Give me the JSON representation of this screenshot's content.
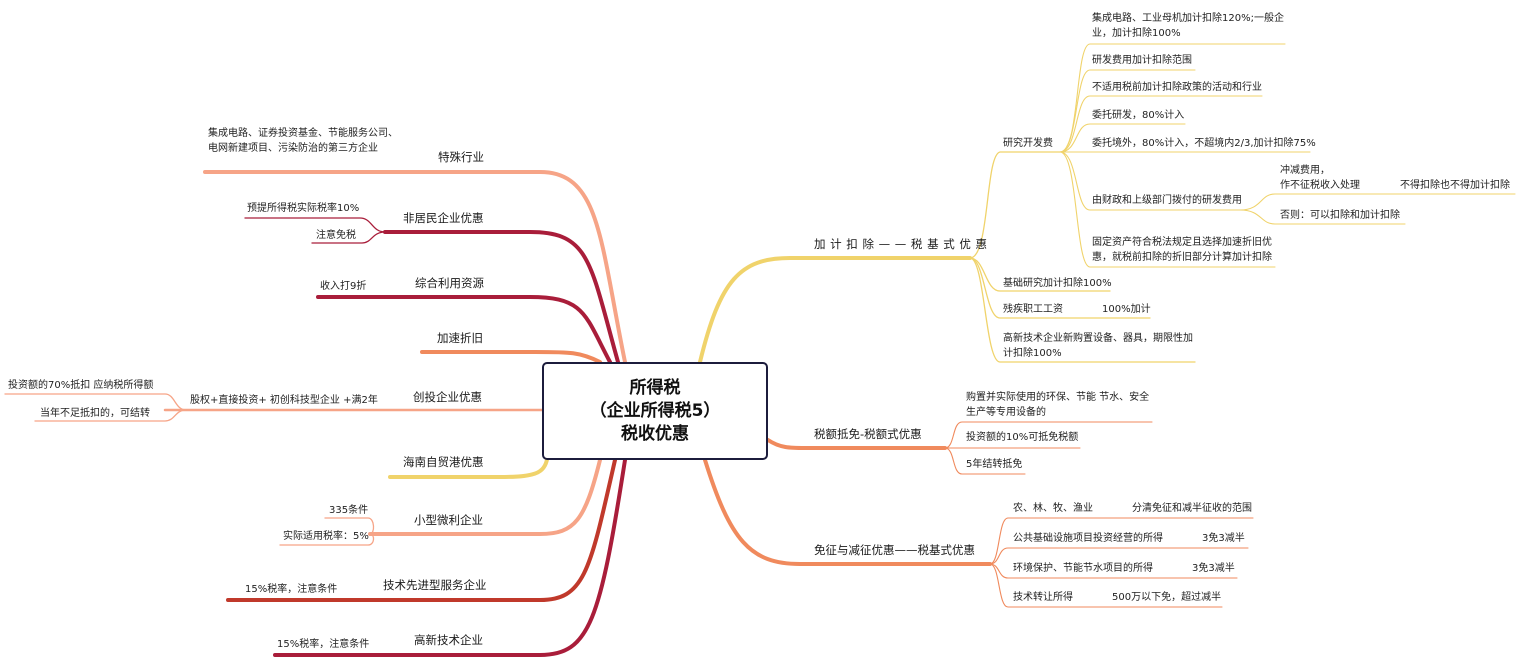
{
  "root": {
    "line1": "所得税",
    "line2": "（企业所得税5）",
    "line3": "税收优惠"
  },
  "left": {
    "special": {
      "title": "特殊行业",
      "detail": "集成电路、证券投资基金、节能服务公司、电网新建项目、污染防治的第三方企业"
    },
    "nonresident": {
      "title": "非居民企业优惠",
      "c1": "预提所得税实际税率10%",
      "c2": "注意免税"
    },
    "resources": {
      "title": "综合利用资源",
      "c1": "收入打9折"
    },
    "depreciation": {
      "title": "加速折旧"
    },
    "venture": {
      "title": "创投企业优惠",
      "c1": "股权+直接投资+ 初创科技型企业 +满2年",
      "c2": "投资额的70%抵扣 应纳税所得额",
      "c3": "当年不足抵扣的，可结转"
    },
    "hainan": {
      "title": "海南自贸港优惠"
    },
    "small": {
      "title": "小型微利企业",
      "c1": "335条件",
      "c2": "实际适用税率：5%"
    },
    "service": {
      "title": "技术先进型服务企业",
      "c1": "15%税率，注意条件"
    },
    "hightech": {
      "title": "高新技术企业",
      "c1": "15%税率，注意条件"
    }
  },
  "right": {
    "extra": {
      "title": "加 计 扣 除 — — 税 基 式 优 惠",
      "rd": {
        "title": "研究开发费",
        "c1": "集成电路、工业母机加计扣除120%;一般企业，加计扣除100%",
        "c2": "研发费用加计扣除范围",
        "c3": "不适用税前加计扣除政策的活动和行业",
        "c4": "委托研发，80%计入",
        "c5": "委托境外，80%计入，不超境内2/3,加计扣除75%",
        "c6": {
          "label": "由财政和上级部门拨付的研发费用",
          "sub1": "冲减费用，\n作不征税收入处理",
          "sub1b": "不得扣除也不得加计扣除",
          "sub2": "否则：可以扣除和加计扣除"
        },
        "c7": "固定资产符合税法规定且选择加速折旧优惠，就税前扣除的折旧部分计算加计扣除"
      },
      "basic": "基础研究加计扣除100%",
      "disabled": {
        "label": "残疾职工工资",
        "value": "100%加计"
      },
      "hightech": "高新技术企业新购置设备、器具，期限性加计扣除100%"
    },
    "credit": {
      "title": "税额抵免-税额式优惠",
      "c1": "购置并实际使用的环保、节能 节水、安全生产等专用设备的",
      "c2": "投资额的10%可抵免税额",
      "c3": "5年结转抵免"
    },
    "exempt": {
      "title": "免征与减征优惠——税基式优惠",
      "r1": {
        "label": "农、林、牧、渔业",
        "value": "分清免征和减半征收的范围"
      },
      "r2": {
        "label": "公共基础设施项目投资经营的所得",
        "value": "3免3减半"
      },
      "r3": {
        "label": "环境保护、节能节水项目的所得",
        "value": "3免3减半"
      },
      "r4": {
        "label": "技术转让所得",
        "value": "500万以下免，超过减半"
      }
    }
  },
  "colors": {
    "yellow": "#f0d36b",
    "orange": "#f08a5d",
    "salmon": "#f6a487",
    "crimson": "#a91d3a",
    "red": "#c0392b"
  }
}
